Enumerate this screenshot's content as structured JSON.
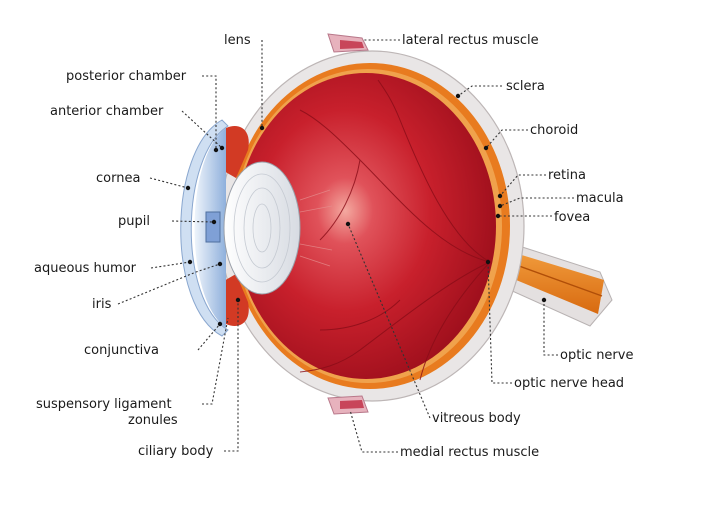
{
  "colors": {
    "sclera": "#e9e6e6",
    "vitreous": "#c8202c",
    "choroid": "#e87b1f",
    "cornea": "#a8c4e8",
    "lens": "#f4f4f6",
    "muscle": "#c8455a",
    "leader": "#333333"
  },
  "labels": {
    "lens": "lens",
    "posterior_chamber": "posterior chamber",
    "anterior_chamber": "anterior chamber",
    "cornea": "cornea",
    "pupil": "pupil",
    "aqueous_humor": "aqueous humor",
    "iris": "iris",
    "conjunctiva": "conjunctiva",
    "suspensory_ligament": "suspensory ligament",
    "zonules": "zonules",
    "ciliary_body": "ciliary body",
    "lateral_rectus_muscle": "lateral rectus muscle",
    "sclera": "sclera",
    "choroid": "choroid",
    "retina": "retina",
    "macula": "macula",
    "fovea": "fovea",
    "optic_nerve": "optic nerve",
    "optic_nerve_head": "optic nerve head",
    "vitreous_body": "vitreous body",
    "medial_rectus_muscle": "medial rectus muscle"
  }
}
